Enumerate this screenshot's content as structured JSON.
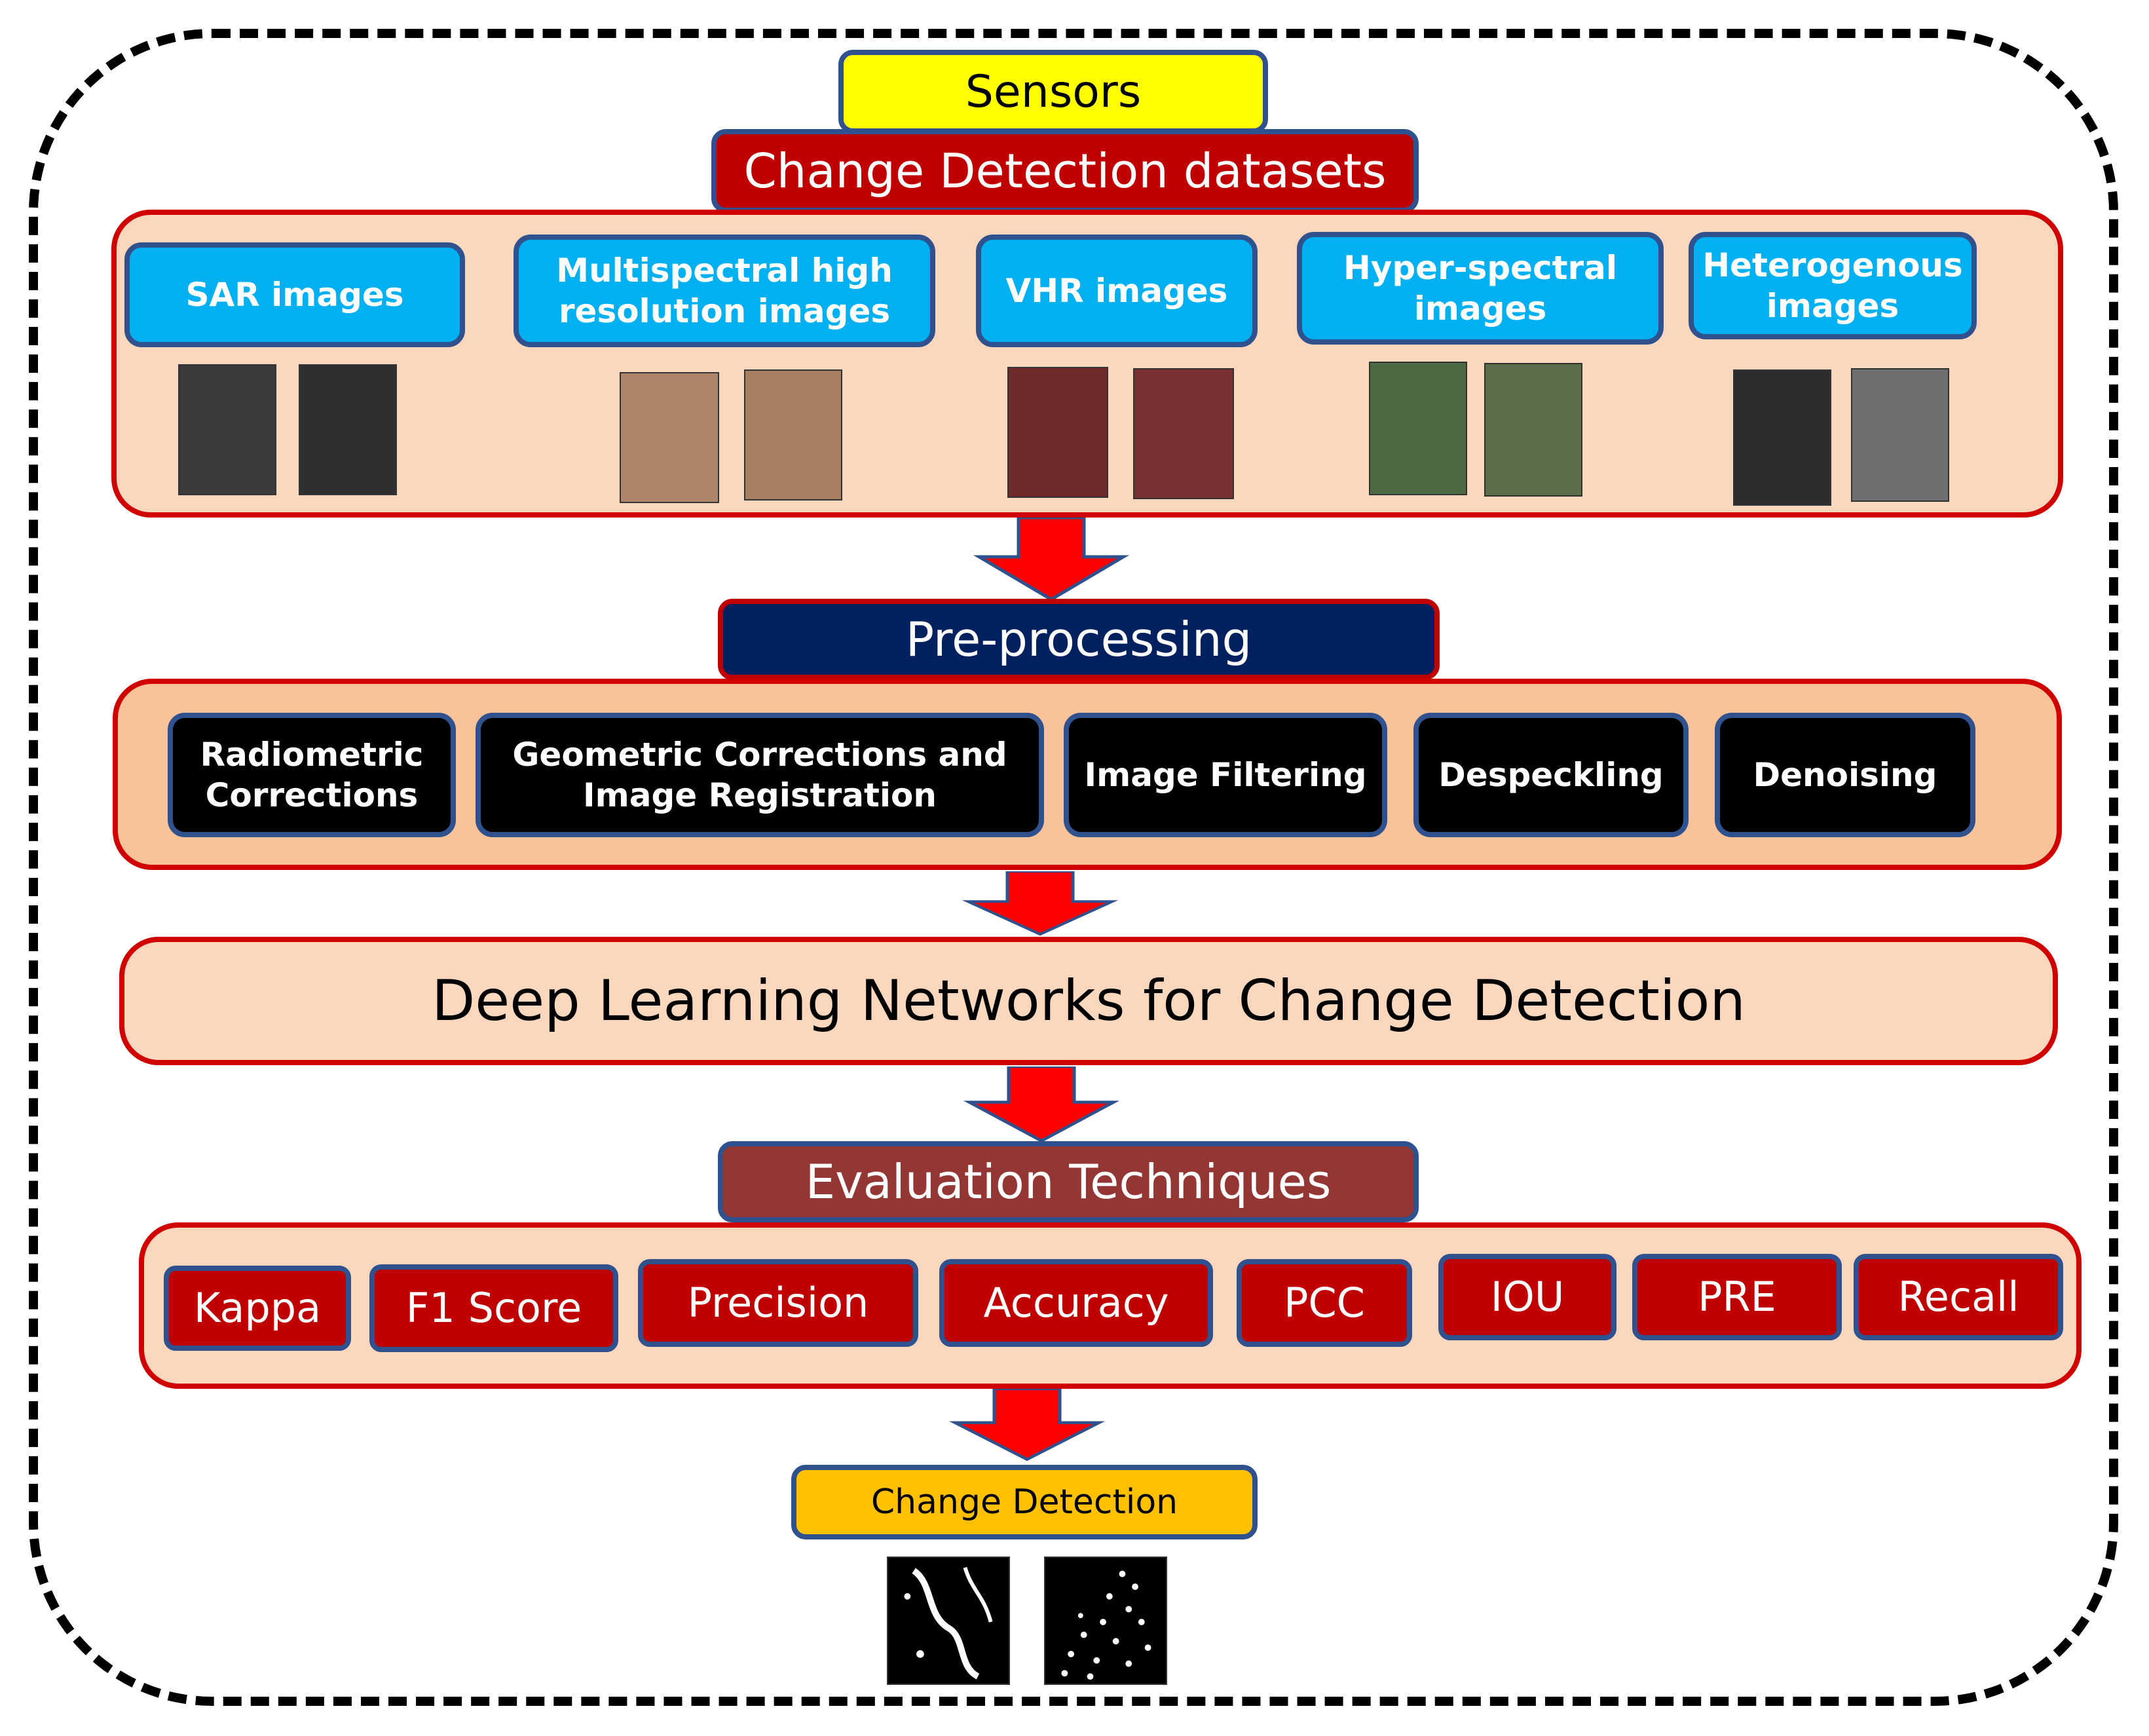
{
  "title": {
    "sensors": "Sensors",
    "datasets": "Change Detection datasets"
  },
  "datasets": [
    {
      "label": "SAR  images",
      "thumb_colors": [
        "#3a3a3a",
        "#2f2f2f"
      ]
    },
    {
      "label": "Multispectral  high resolution images",
      "thumb_colors": [
        "#b08468",
        "#a97f62"
      ]
    },
    {
      "label": "VHR images",
      "thumb_colors": [
        "#6e2a2a",
        "#7a2f35"
      ]
    },
    {
      "label": "Hyper-spectral images",
      "thumb_colors": [
        "#4e6a44",
        "#5d6e4a"
      ]
    },
    {
      "label": "Heterogenous images",
      "thumb_colors": [
        "#2c2c2c",
        "#6f6f6f"
      ]
    }
  ],
  "preprocessing": {
    "title": "Pre-processing",
    "items": [
      "Radiometric Corrections",
      "Geometric Corrections and Image Registration",
      "Image Filtering",
      "Despeckling",
      "Denoising"
    ]
  },
  "deep_learning": "Deep Learning  Networks for Change Detection",
  "evaluation": {
    "title": "Evaluation Techniques",
    "metrics": [
      "Kappa",
      "F1 Score",
      "Precision",
      "Accuracy",
      "PCC",
      "IOU",
      "PRE",
      "Recall"
    ]
  },
  "output": {
    "label": "Change Detection",
    "thumb_colors": [
      "#000000",
      "#000000"
    ]
  },
  "colors": {
    "band_border": "#d10000",
    "label_border": "#2f528f",
    "arrow_fill": "#ff0000",
    "arrow_stroke": "#2f528f"
  }
}
